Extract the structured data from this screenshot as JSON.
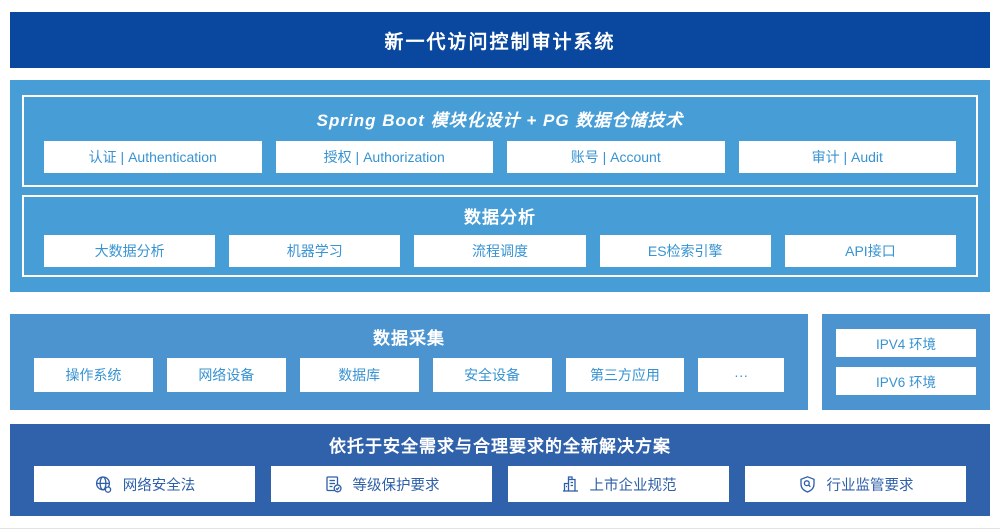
{
  "banner": {
    "title": "新一代访问控制审计系统"
  },
  "platform": {
    "modules_section": {
      "title": "Spring Boot 模块化设计 + PG 数据仓储技术",
      "items": [
        "认证 | Authentication",
        "授权 | Authorization",
        "账号 | Account",
        "审计 | Audit"
      ]
    },
    "analysis_section": {
      "title": "数据分析",
      "items": [
        "大数据分析",
        "机器学习",
        "流程调度",
        "ES检索引擎",
        "API接口"
      ]
    }
  },
  "collection": {
    "title": "数据采集",
    "items": [
      "操作系统",
      "网络设备",
      "数据库",
      "安全设备",
      "第三方应用",
      "···"
    ]
  },
  "environments": {
    "items": [
      "IPV4 环境",
      "IPV6 环境"
    ]
  },
  "solution": {
    "title": "依托于安全需求与合理要求的全新解决方案",
    "items": [
      {
        "icon": "globe-icon",
        "label": "网络安全法"
      },
      {
        "icon": "checklist-check-icon",
        "label": "等级保护要求"
      },
      {
        "icon": "building-icon",
        "label": "上市企业规范"
      },
      {
        "icon": "shield-search-icon",
        "label": "行业监管要求"
      }
    ]
  },
  "colors": {
    "banner_bg": "#0a479e",
    "platform_bg": "#479dd6",
    "collection_bg": "#4b94d0",
    "solution_bg": "#3061ab",
    "box_text_light": "#3793d2",
    "box_text_dark": "#2e5fa9"
  }
}
